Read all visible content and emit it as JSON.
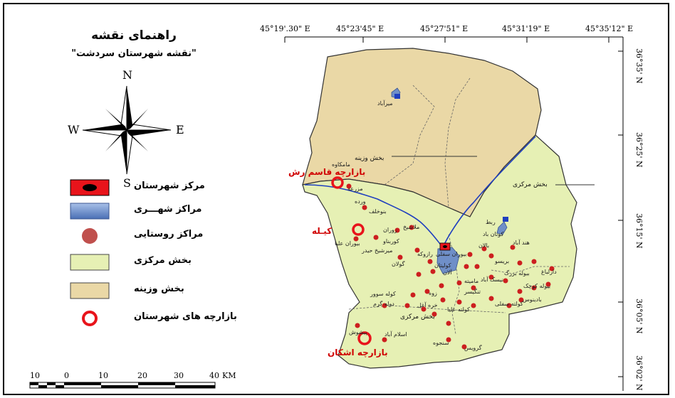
{
  "legend": {
    "title": "راهنمای نقشه",
    "subtitle": "\"نقشه شهرستان سردشت\"",
    "compass": {
      "n": "N",
      "s": "S",
      "e": "E",
      "w": "W"
    },
    "items": [
      {
        "label": "مرکز شهرستان",
        "color": "#e8141b"
      },
      {
        "label": "مراکز شهـــری",
        "color": "#6f8fc8"
      },
      {
        "label": "مراکز روستایی",
        "color": "#c0504d"
      },
      {
        "label": "بخش مرکزی",
        "color": "#e6f0b4"
      },
      {
        "label": "بخش وزینه",
        "color": "#ead8a6"
      },
      {
        "label": "بازارچه های شهرستان",
        "color": "#e8141b"
      }
    ],
    "scale": {
      "ticks": [
        "10",
        "0",
        "10",
        "20",
        "30",
        "40"
      ],
      "unit": "KM"
    }
  },
  "map": {
    "top_coords": [
      "45°19'.30\" E",
      "45°23'45\" E",
      "45°27'51\" E",
      "45°31'19\" E",
      "45°35'12\" E"
    ],
    "right_coords": [
      "36°35' N",
      "36°25' N",
      "36°15' N",
      "36°05' N",
      "36°02' N"
    ],
    "colors": {
      "central": "#e6f0b4",
      "vazineh": "#ead8a6",
      "river": "#1f3fbf",
      "village": "#cc1f1f",
      "market": "#e8141b"
    },
    "markets": [
      {
        "label": "بازارچه قاسم رش"
      },
      {
        "label": "کیـله"
      },
      {
        "label": "بازارچه اشکان"
      }
    ],
    "districts": [
      {
        "label": "بخش وزینه"
      },
      {
        "label": "بخش مرکزی"
      },
      {
        "label": "بخش مرکزی"
      }
    ],
    "towns": [
      {
        "label": "میرآباد"
      },
      {
        "label": "ربط"
      }
    ],
    "villages": [
      {
        "label": "مامکاوه"
      },
      {
        "label": "مزرعه"
      },
      {
        "label": "ورده"
      },
      {
        "label": "بنوخلف"
      },
      {
        "label": "زوران"
      },
      {
        "label": "ملاشیخ"
      },
      {
        "label": "کوربناو"
      },
      {
        "label": "بیوران علیا"
      },
      {
        "label": "میرشیخ حیدر"
      },
      {
        "label": "بیوران سفلی"
      },
      {
        "label": "رازوکه"
      },
      {
        "label": "گولان"
      },
      {
        "label": "کولیتان"
      },
      {
        "label": "آلان"
      },
      {
        "label": "کوتان باد"
      },
      {
        "label": "بالان"
      },
      {
        "label": "هند آباد"
      },
      {
        "label": "بریسو"
      },
      {
        "label": "دارلباغ"
      },
      {
        "label": "بیوله بزرگ"
      },
      {
        "label": "بیوله کوچک"
      },
      {
        "label": "مامیته"
      },
      {
        "label": "نیسک آباد"
      },
      {
        "label": "تنگیسر"
      },
      {
        "label": "کوله سوور"
      },
      {
        "label": "دوله گرم"
      },
      {
        "label": "زوه"
      },
      {
        "label": "خره آغل"
      },
      {
        "label": "کولته علیا"
      },
      {
        "label": "کولته سفلی"
      },
      {
        "label": "بادینوس"
      },
      {
        "label": "پیشوش"
      },
      {
        "label": "اسلام آباد"
      },
      {
        "label": "سنجوه"
      },
      {
        "label": "گرویس"
      }
    ]
  }
}
